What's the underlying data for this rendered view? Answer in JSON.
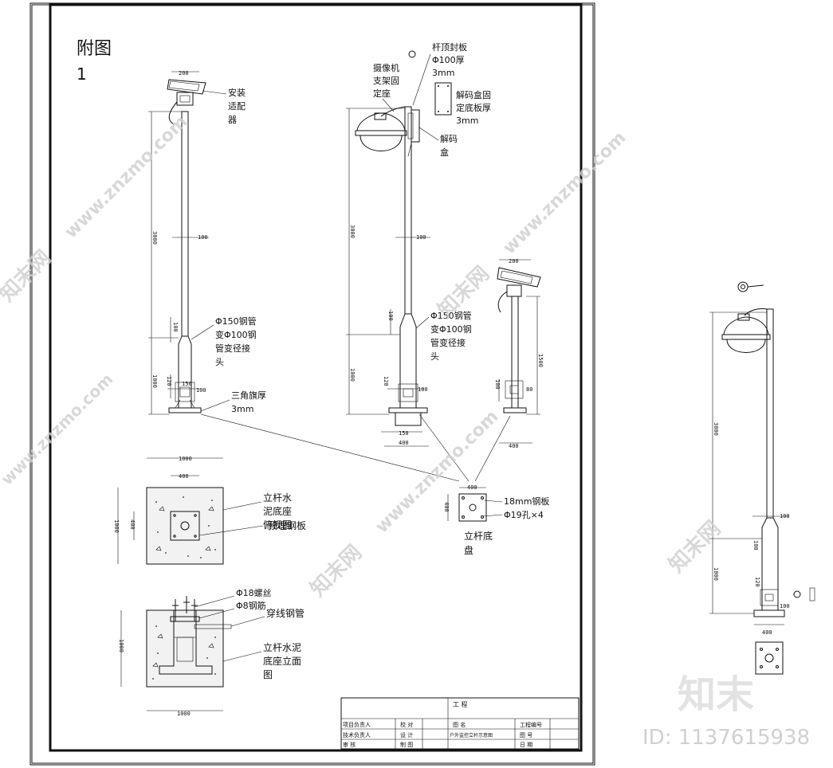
{
  "sheet": {
    "title_line1": "附图",
    "title_line2": "1"
  },
  "labels": {
    "adapter": [
      "安装",
      "适配",
      "器"
    ],
    "pipe_joint_left": [
      "Φ150钢管",
      "变Φ100钢",
      "管变径接",
      "头"
    ],
    "triangle_flag": [
      "三角旗厚",
      "3mm"
    ],
    "camera_bracket": [
      "摄像机",
      "支架固",
      "定座"
    ],
    "top_cover": [
      "杆顶封板",
      "Φ100厚",
      "3mm"
    ],
    "decoder_plate": [
      "解码盒固",
      "定底板厚",
      "3mm"
    ],
    "decoder_box": [
      "解码",
      "盒"
    ],
    "pipe_joint_center": [
      "Φ150钢管",
      "变Φ100钢",
      "管变径接",
      "头"
    ],
    "base_plan": [
      "立杆水",
      "泥底座",
      "俯视图"
    ],
    "base_plate_embed": "预埋钢板",
    "base_elev": [
      "立杆水泥",
      "底座立面",
      "图"
    ],
    "bolt": "Φ18螺丝",
    "rebar": "Φ8钢筋",
    "conduit": "穿线钢管",
    "steel_plate": "18mm钢板",
    "holes": "Φ19孔×4",
    "pole_base_disk": [
      "立杆底",
      "盘"
    ]
  },
  "dims": {
    "d200": "200",
    "d3000": "3000",
    "d100": "100",
    "d1000": "1000",
    "d150": "150",
    "d120": "120",
    "d400": "400",
    "d1500": "1500",
    "d80": "80"
  },
  "title_block": {
    "project": "工    程",
    "row1": [
      "项目负责人",
      "校    对",
      "图    名",
      "工程编号"
    ],
    "row2": [
      "技术负责人",
      "设    计",
      "户外监控立杆示意图",
      "图    号"
    ],
    "row3": [
      "审    核",
      "制    图",
      "",
      "日    期"
    ]
  },
  "watermark": {
    "site": "www.znzmo.com",
    "brand": "知末网",
    "logo": "知末",
    "id": "ID: 1137615938"
  }
}
